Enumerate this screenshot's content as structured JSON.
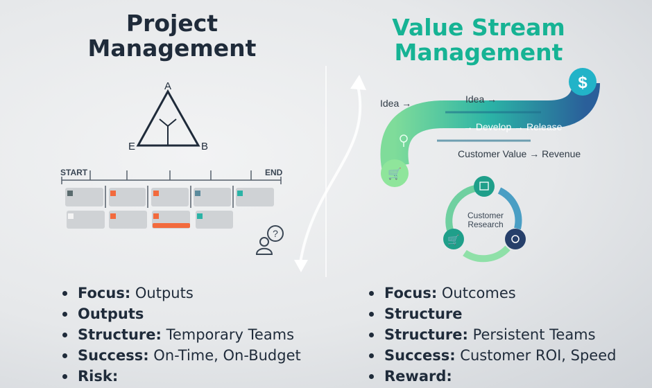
{
  "left": {
    "title": "Project Management",
    "triangle": {
      "top": "A",
      "left": "E",
      "right": "B"
    },
    "timeline": {
      "start": "START",
      "end": "END"
    },
    "bullets": [
      {
        "key": "Focus:",
        "value": " Outputs"
      },
      {
        "key": "Outputs",
        "value": ""
      },
      {
        "key": "Structure:",
        "value": " Temporary Teams"
      },
      {
        "key": "Success:",
        "value": " On-Time, On-Budget"
      },
      {
        "key": "Risk:",
        "value": ""
      }
    ]
  },
  "right": {
    "title": "Value Stream Management",
    "flow": {
      "idea_left": "Idea →",
      "idea_top": "Idea →",
      "develop": "→ Develop → Release",
      "value": "Customer Value → Revenue",
      "dollar": "$"
    },
    "cycle_center": [
      "Customer",
      "Research"
    ],
    "bullets": [
      {
        "key": "Focus:",
        "value": " Outcomes"
      },
      {
        "key": "Structure",
        "value": ""
      },
      {
        "key": "Structure:",
        "value": " Persistent Teams"
      },
      {
        "key": "Success:",
        "value": " Customer ROI, Speed"
      },
      {
        "key": "Reward:",
        "value": ""
      }
    ]
  },
  "colors": {
    "navy": "#1f2b3a",
    "teal": "#16b394",
    "orange": "#f26a3d",
    "blue": "#2a6f9e"
  }
}
